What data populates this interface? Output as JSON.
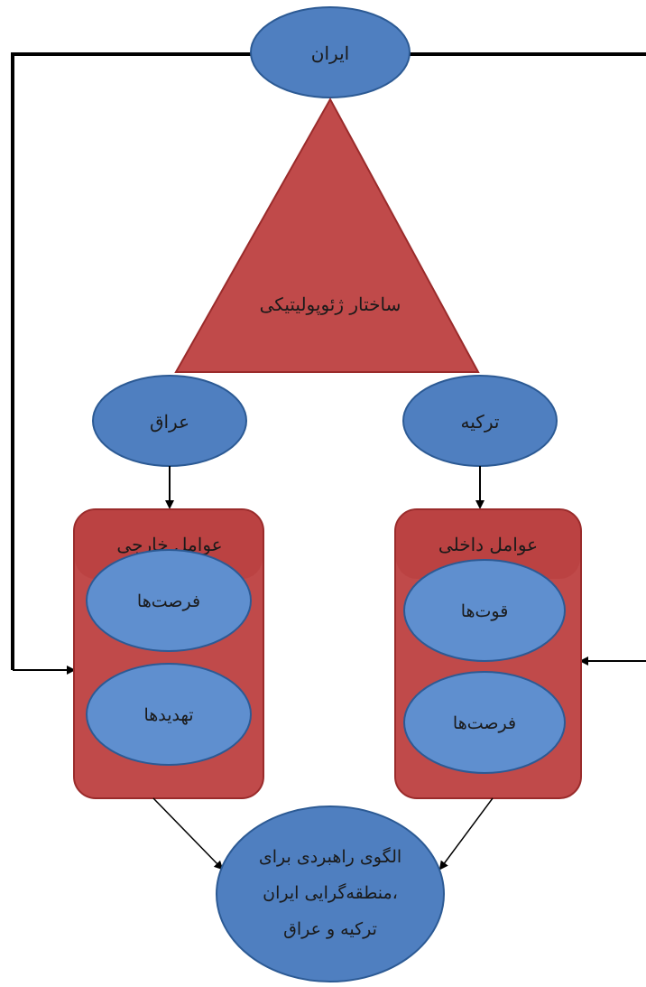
{
  "nodes": {
    "iran": "ایران",
    "structure": "ساختار ژئوپولیتیکی",
    "iraq": "عراق",
    "turkey": "ترکیه",
    "external": {
      "title": "عوامل خارجی",
      "items": [
        "فرصت‌ها",
        "تهدیدها"
      ]
    },
    "internal": {
      "title": "عوامل داخلی",
      "items": [
        "قوت‌ها",
        "فرصت‌ها"
      ]
    },
    "result": {
      "lines": [
        "الگوی راهبردی برای",
        "منطقه‌گرایی ایران،",
        "ترکیه و عراق"
      ]
    }
  },
  "colors": {
    "ellipse": "#4f7fc0",
    "ellipse_border": "#2c5a94",
    "box": "#c04a4a",
    "triangle": "#c04a4a",
    "line": "#000000"
  }
}
